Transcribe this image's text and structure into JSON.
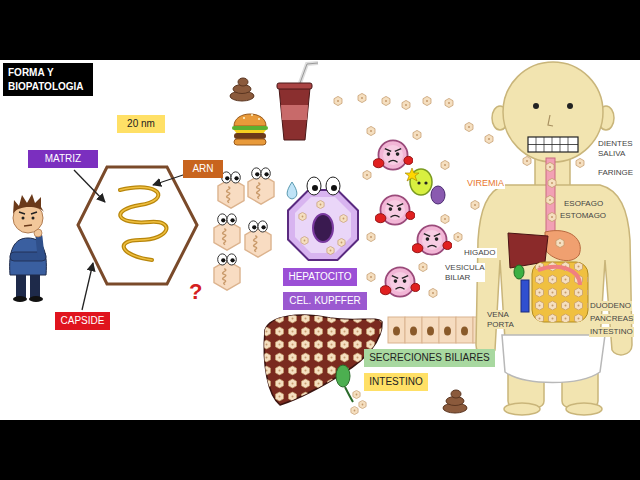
{
  "diagram": {
    "title": "FORMA Y BIOPATOLOGIA",
    "nodes": [
      {
        "text": [
          "20 nm"
        ]
      },
      {
        "text": [
          "MATRIZ"
        ]
      },
      {
        "text": [
          "ARN"
        ]
      },
      {
        "text": [
          "CAPSIDE"
        ]
      },
      {
        "text": [
          "HEPATOCITO"
        ]
      },
      {
        "text": [
          "CEL. KUPFFER"
        ]
      },
      {
        "text": [
          "SECRECIONES BILIARES"
        ]
      },
      {
        "text": [
          "INTESTINO"
        ]
      }
    ],
    "labels": [
      "?",
      "VIREMIA",
      "DIENTES SALIVA",
      "FARINGE",
      "ESOFAGO",
      "ESTOMAGO",
      "HIGADO",
      "VESICULA BILIAR",
      "VENA PORTA",
      "DUODENO",
      "PANCREAS",
      "INTESTINO"
    ]
  }
}
